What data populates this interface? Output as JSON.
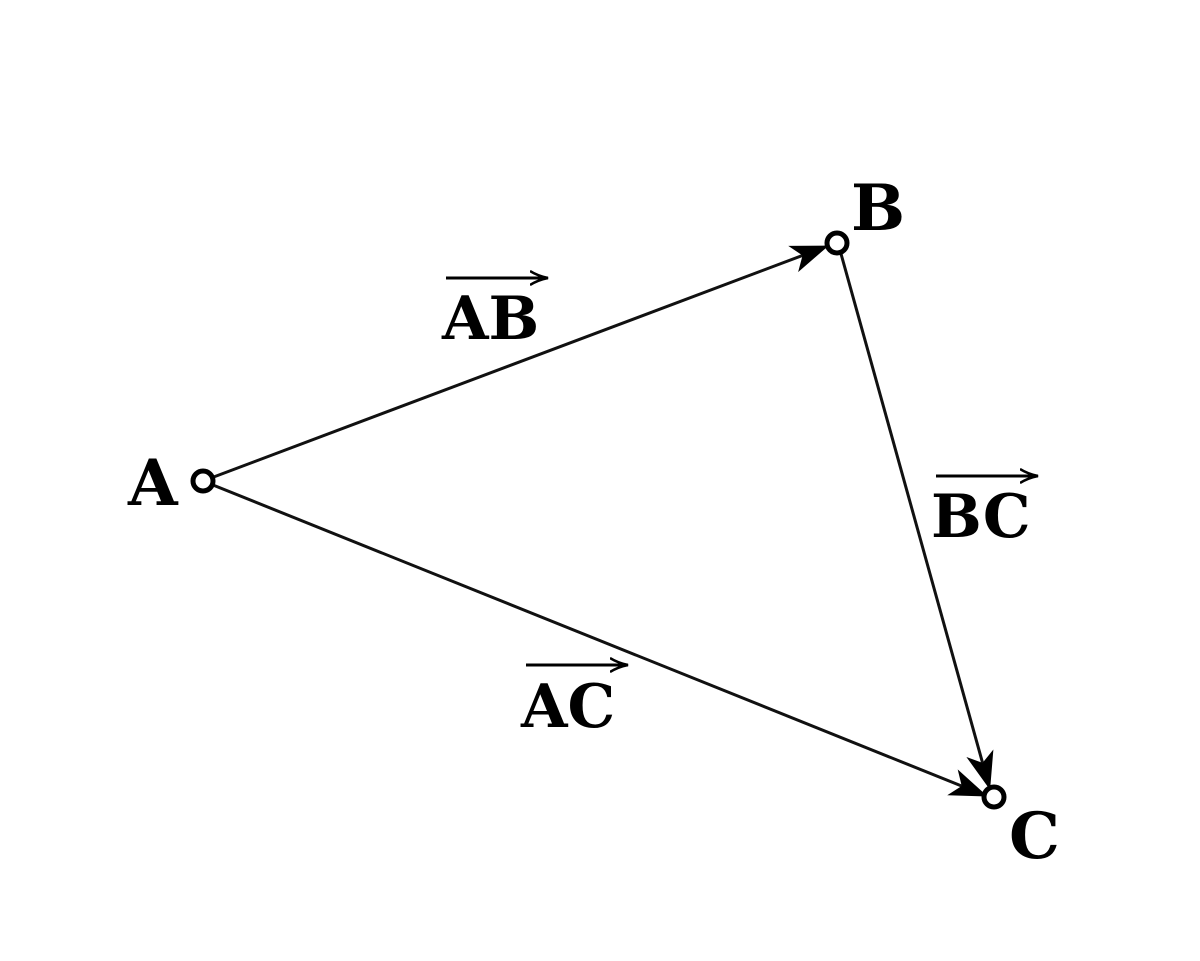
{
  "points": {
    "A": {
      "label": "A"
    },
    "B": {
      "label": "B"
    },
    "C": {
      "label": "C"
    }
  },
  "vectors": {
    "AB": {
      "label": "AB"
    },
    "BC": {
      "label": "BC"
    },
    "AC": {
      "label": "AC"
    }
  },
  "colors": {
    "line": "#000000",
    "background": "#ffffff"
  }
}
